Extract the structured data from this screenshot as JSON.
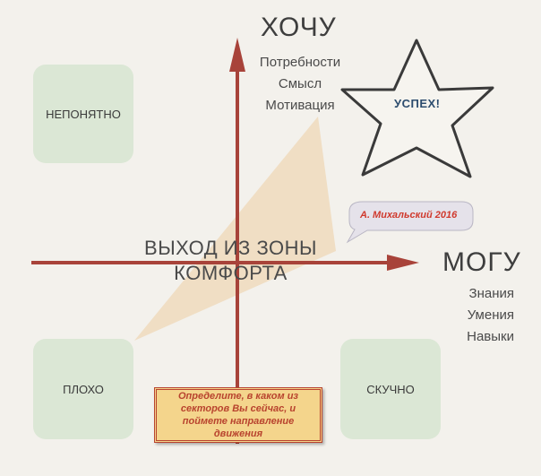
{
  "vertical_axis": {
    "title": "ХОЧУ",
    "items": [
      "Потребности",
      "Смысл",
      "Мотивация"
    ]
  },
  "horizontal_axis": {
    "title": "МОГУ",
    "items": [
      "Знания",
      "Умения",
      "Навыки"
    ]
  },
  "corners": {
    "top_left": "НЕПОНЯТНО",
    "bottom_left": "ПЛОХО",
    "bottom_right": "СКУЧНО"
  },
  "zone_label": [
    "ВЫХОД ИЗ ЗОНЫ",
    "КОМФОРТА"
  ],
  "success_label": "УСПЕХ!",
  "author": "А. Михальский 2016",
  "tip": "Определите, в каком из секторов Вы сейчас, и поймете направление движения",
  "colors": {
    "arrow": "#a8433a",
    "triangle": "#efdcc0",
    "box": "#dbe7d5",
    "tip_bg": "#f4d58c"
  }
}
